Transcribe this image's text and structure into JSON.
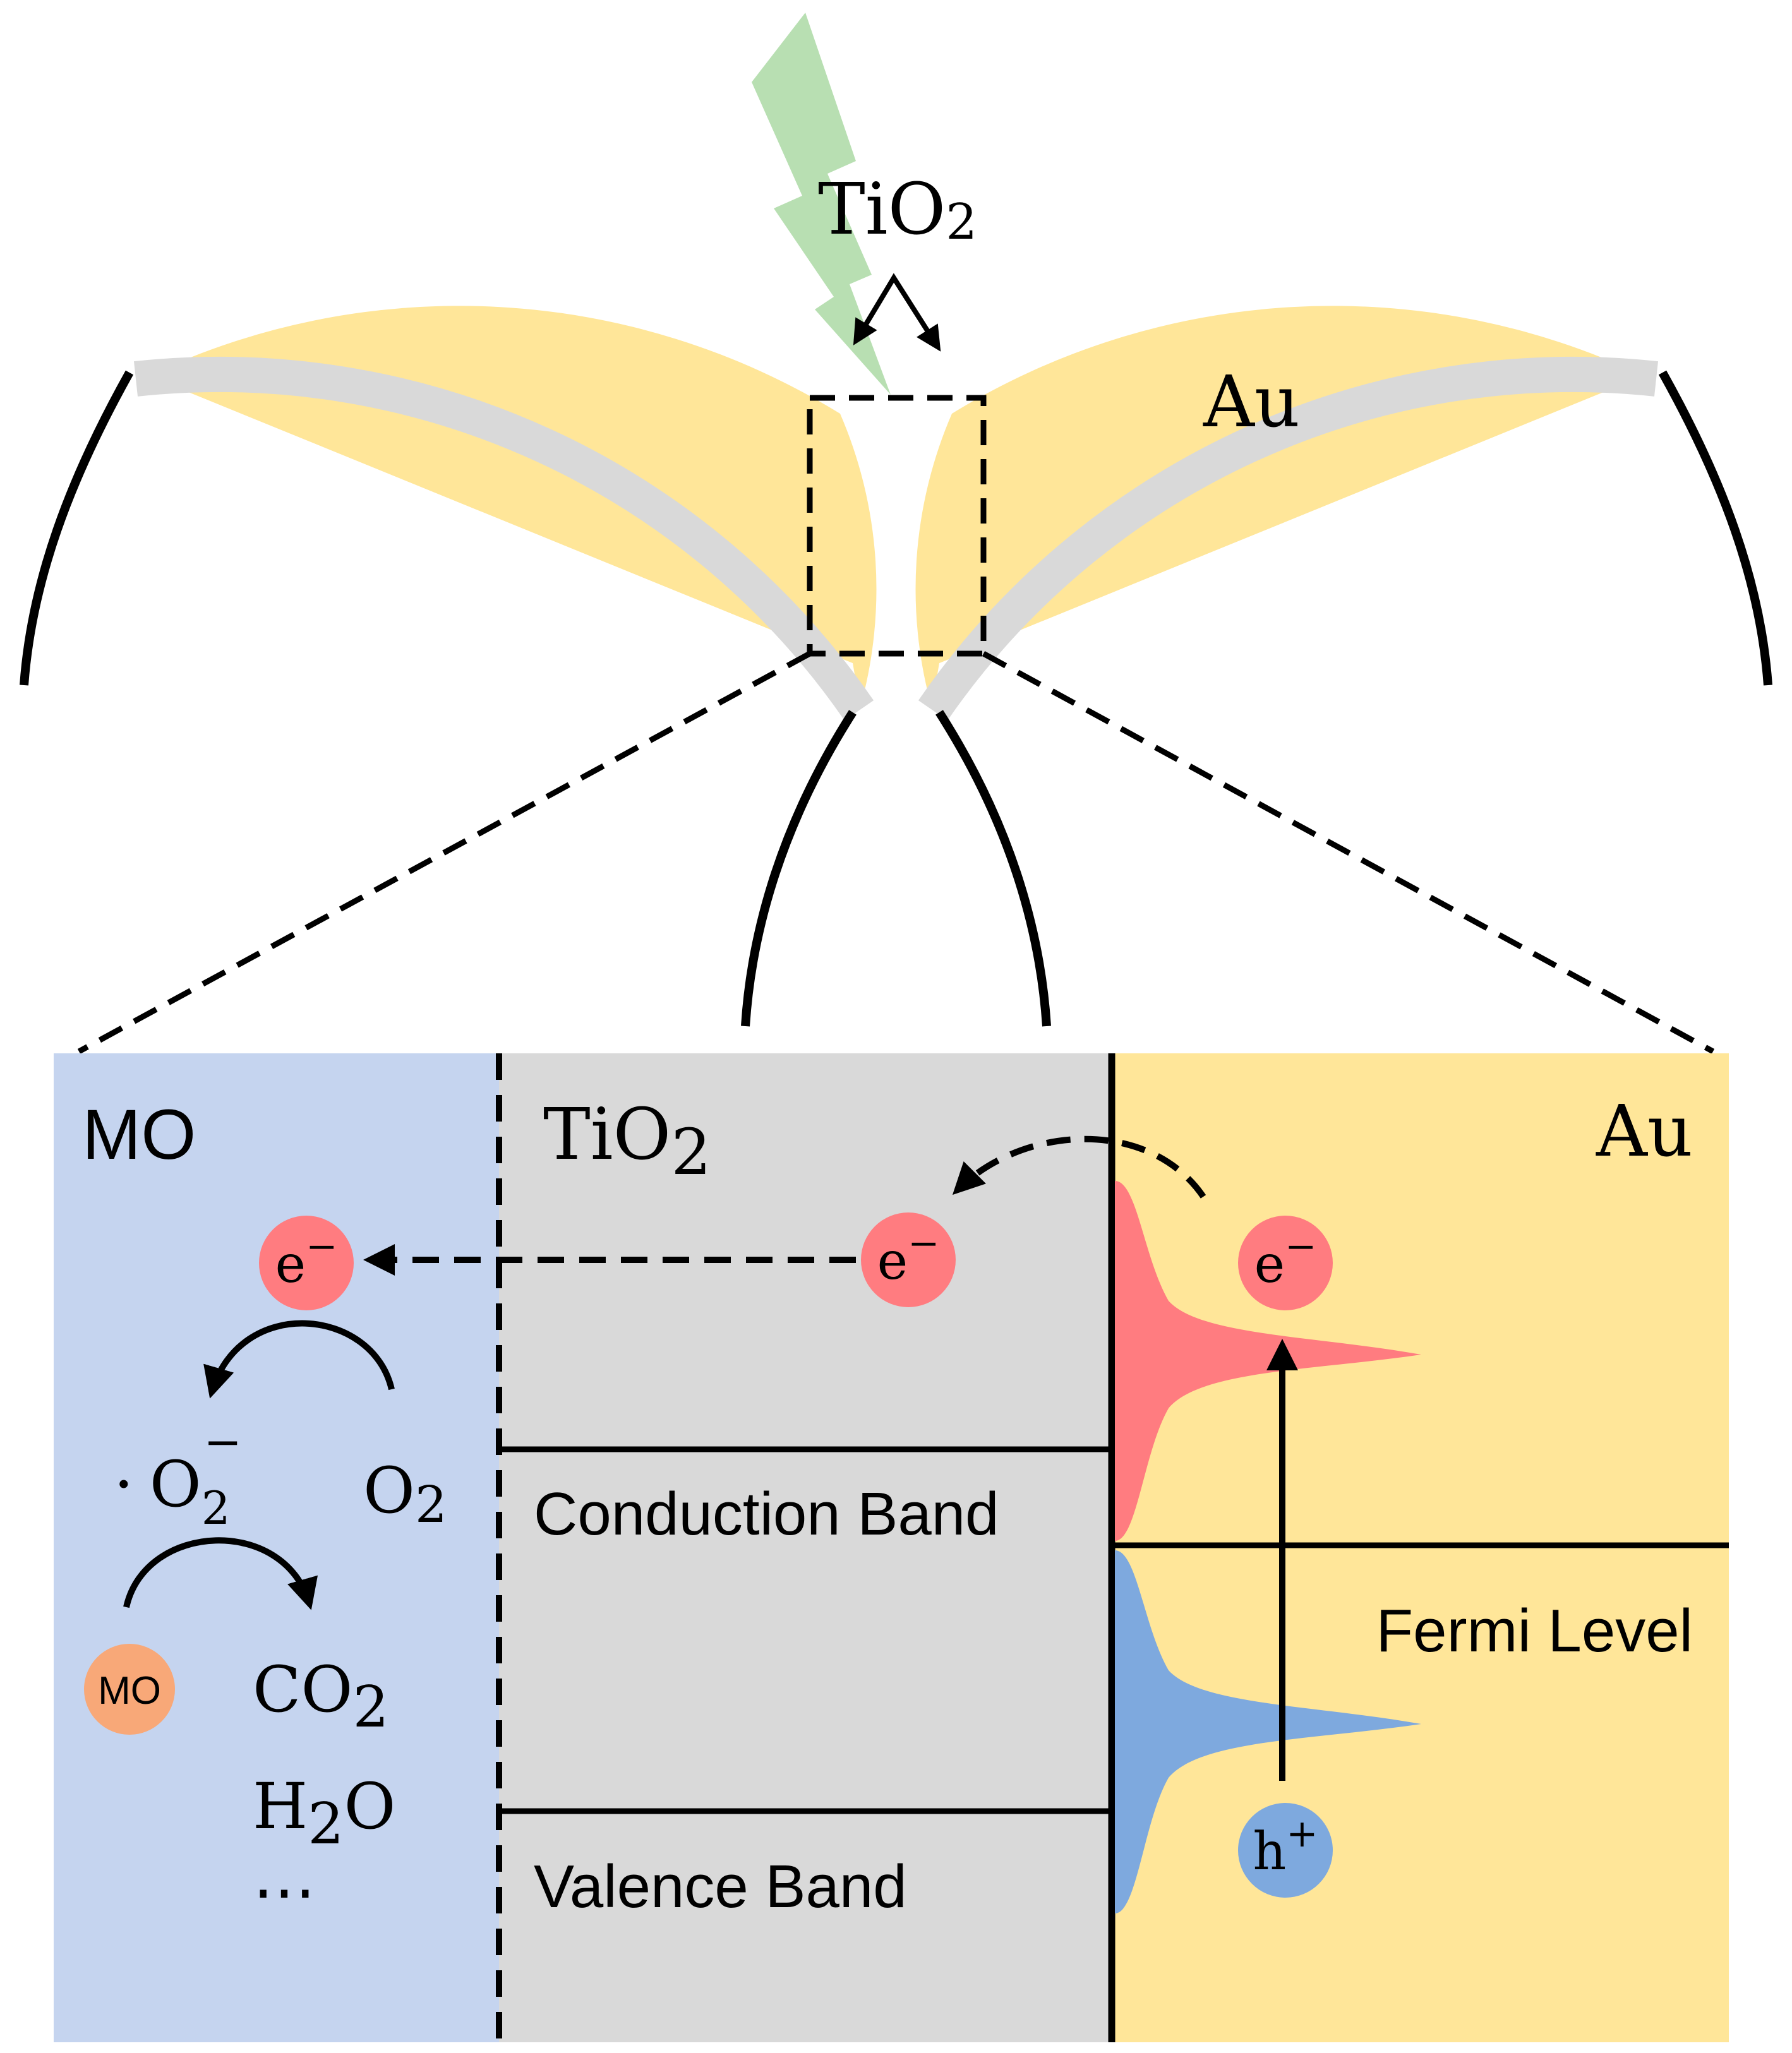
{
  "colors": {
    "gold": "#FFE699",
    "shell": "#D9D9D9",
    "blue_region": "#C5D4EF",
    "gray_region": "#D9D9D9",
    "lightning": "#B8DFB2",
    "electron": "#FF7C80",
    "hole": "#7EA9DE",
    "mo_molecule": "#F8A878",
    "outline": "#000000"
  },
  "top": {
    "tio2_label": "TiO",
    "tio2_sub": "2",
    "au_label": "Au"
  },
  "zoom": {
    "mo_region_label": "MO",
    "tio2_label": "TiO",
    "tio2_sub": "2",
    "au_label": "Au",
    "conduction_band": "Conduction Band",
    "valence_band": "Valence Band",
    "fermi_level": "Fermi Level",
    "electron_symbol": "e",
    "electron_charge": "−",
    "hole_symbol": "h",
    "hole_charge": "+",
    "superoxide_dot": "·",
    "superoxide_O": "O",
    "superoxide_sub": "2",
    "superoxide_sup": "−",
    "oxygen": "O",
    "oxygen_sub": "2",
    "mo_molecule": "MO",
    "co2": "CO",
    "co2_sub": "2",
    "h2o_h": "H",
    "h2o_sub": "2",
    "h2o_o": "O",
    "ellipsis": "⋯"
  }
}
